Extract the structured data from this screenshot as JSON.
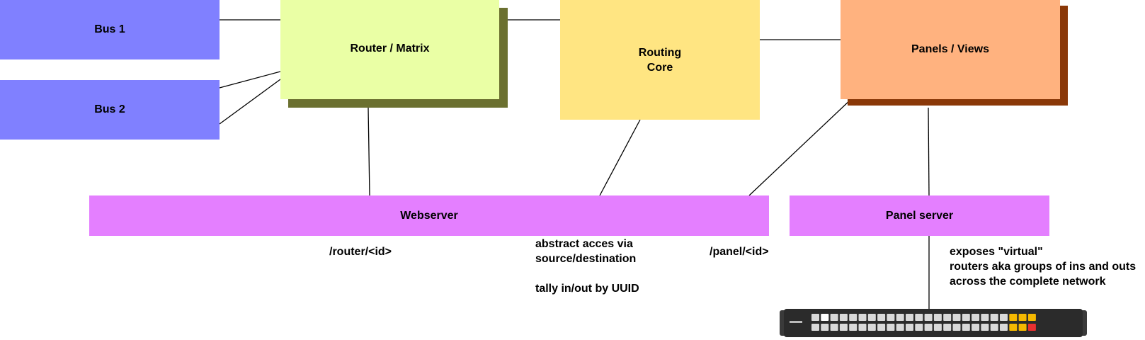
{
  "nodes": {
    "bus1": {
      "label": "Bus 1",
      "color": "#8080ff"
    },
    "bus2": {
      "label": "Bus 2",
      "color": "#8080ff"
    },
    "router": {
      "label": "Router / Matrix",
      "color": "#eaffa5",
      "shadow_color": "#6b7030"
    },
    "routing_core": {
      "label": "Routing\nCore",
      "color": "#ffe582"
    },
    "panels": {
      "label": "Panels / Views",
      "color": "#ffb27f",
      "shadow_color": "#8a3808"
    },
    "webserver": {
      "label": "Webserver",
      "color": "#e47fff"
    },
    "panel_server": {
      "label": "Panel server",
      "color": "#e47fff"
    }
  },
  "annotations": {
    "router_path": "/router/<id>",
    "abstract_access": "abstract acces via\nsource/destination\n\ntally in/out by UUID",
    "panel_path": "/panel/<id>",
    "exposes": "exposes \"virtual\"\nrouters aka groups of ins and outs\nacross the complete network"
  },
  "device": {
    "name": "hardware-router-control-panel",
    "key_color": "#d9d9d9",
    "accent_yellow": "#f5b800",
    "accent_red": "#e83030",
    "body_color": "#2b2b2b"
  }
}
